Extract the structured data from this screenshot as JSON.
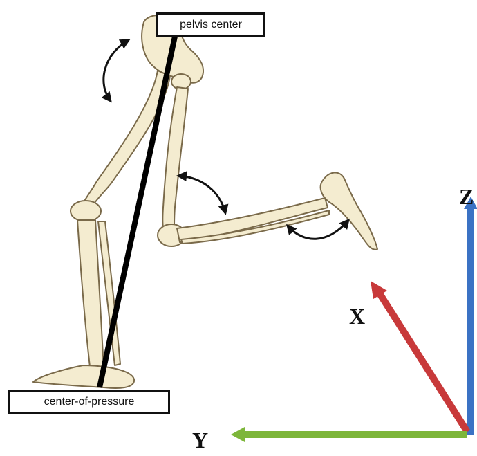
{
  "labels": {
    "pelvis": "pelvis center",
    "cop": "center-of-pressure"
  },
  "axes": {
    "x": "X",
    "y": "Y",
    "z": "Z"
  },
  "colors": {
    "axis_x": "#c8393a",
    "axis_y": "#7db63a",
    "axis_z": "#3b72c4",
    "bone_fill": "#f4ecd0",
    "bone_stroke": "#7a6a4a",
    "line": "#000000"
  }
}
